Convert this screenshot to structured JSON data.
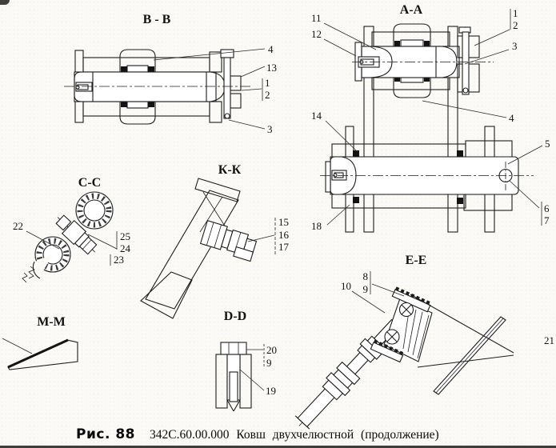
{
  "caption": {
    "figure_label": "Рис. 88",
    "text": "342С.60.00.000 Ковш двухчелюстной (продолжение)"
  },
  "palette": {
    "ink": "#1d1d1d",
    "paper": "#fbfaf6"
  },
  "views": {
    "bb": {
      "title": "В - В",
      "callouts": {
        "n4": "4",
        "n13": "13",
        "n1": "1",
        "n2": "2",
        "n3": "3"
      }
    },
    "aa": {
      "title": "А-А",
      "callouts": {
        "n11": "11",
        "n12": "12",
        "n1": "1",
        "n2": "2",
        "n3": "3",
        "n4": "4"
      }
    },
    "pin": {
      "callouts": {
        "n14": "14",
        "n5": "5",
        "n6": "6",
        "n7": "7",
        "n18": "18"
      }
    },
    "cc": {
      "title": "С-С",
      "callouts": {
        "n22": "22",
        "n25": "25",
        "n24": "24",
        "n23": "23"
      }
    },
    "kk": {
      "title": "К-К",
      "callouts": {
        "n15": "15",
        "n16": "16",
        "n17": "17"
      }
    },
    "ee": {
      "title": "Е-Е",
      "callouts": {
        "n8": "8",
        "n9": "9",
        "n10": "10",
        "n21": "21"
      }
    },
    "mm": {
      "title": "М-М"
    },
    "dd": {
      "title": "D-D",
      "callouts": {
        "n20": "20",
        "n9": "9",
        "n19": "19"
      }
    }
  }
}
